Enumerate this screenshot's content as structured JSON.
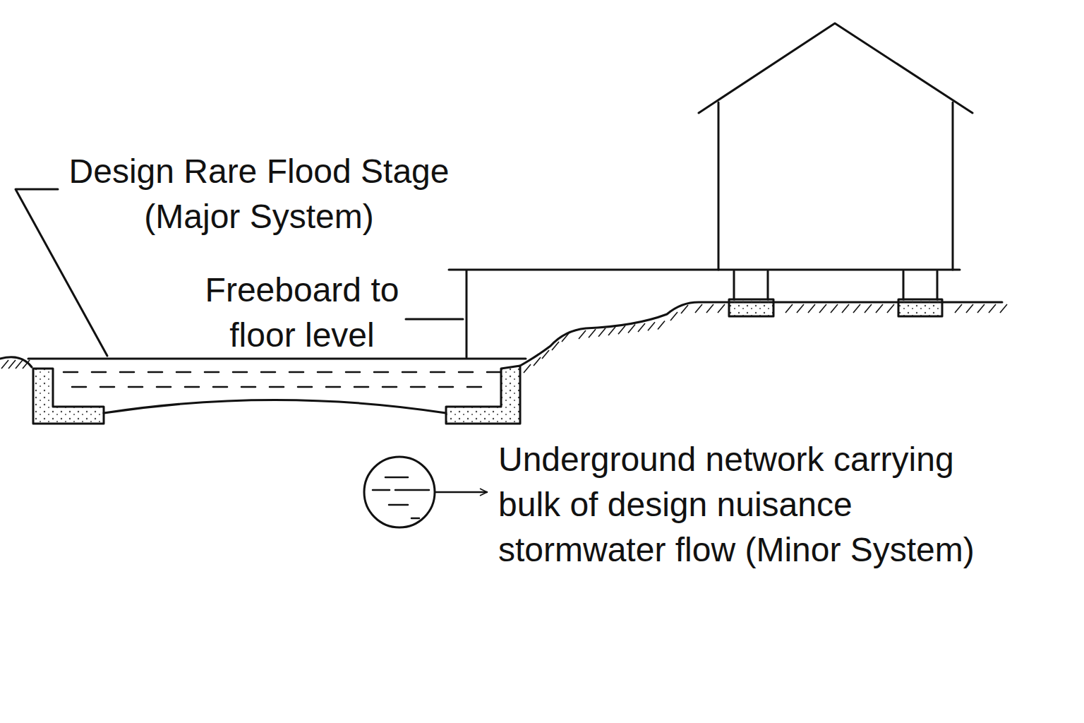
{
  "diagram": {
    "labels": [
      "Design Rare Flood Stage (Major System)",
      "Freeboard to floor level",
      "Underground network carrying bulk of design nuisance stormwater flow (Minor System)"
    ]
  }
}
